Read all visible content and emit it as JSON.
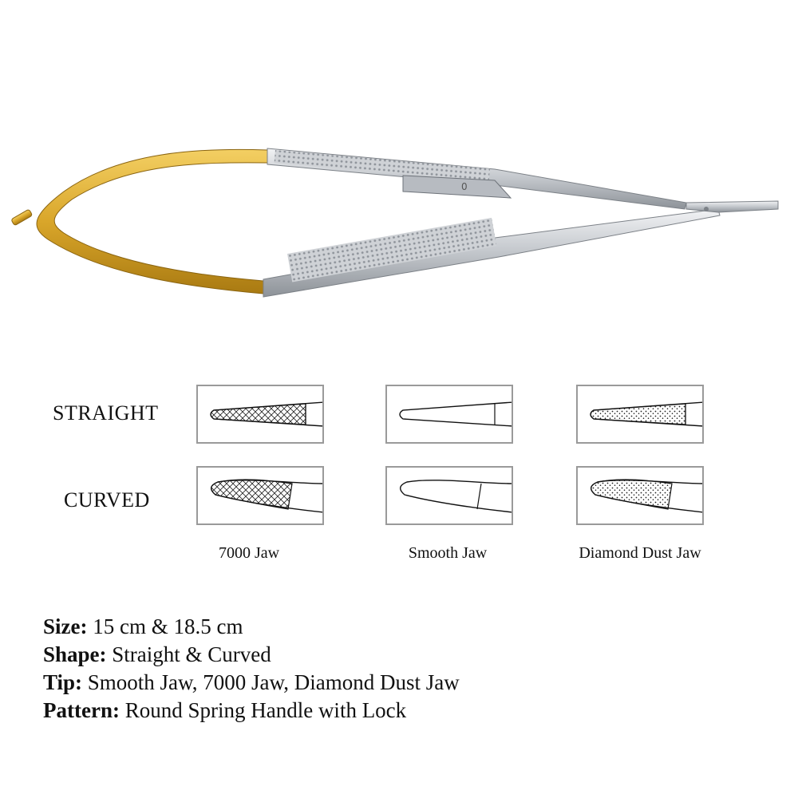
{
  "product": {
    "illustration": "needle-holder-gold-handle"
  },
  "jaw_chart": {
    "rows": [
      "STRAIGHT",
      "CURVED"
    ],
    "columns": [
      "7000 Jaw",
      "Smooth Jaw",
      "Diamond Dust Jaw"
    ]
  },
  "specs": [
    {
      "label": "Size:",
      "value": "15 cm & 18.5 cm"
    },
    {
      "label": "Shape:",
      "value": "Straight & Curved"
    },
    {
      "label": "Tip:",
      "value": "Smooth Jaw, 7000 Jaw, Diamond Dust Jaw"
    },
    {
      "label": "Pattern:",
      "value": "Round Spring Handle with Lock"
    }
  ],
  "colors": {
    "gold": "#d9a62a",
    "steel": "#c9ccd0",
    "border": "#9a9a9a"
  }
}
